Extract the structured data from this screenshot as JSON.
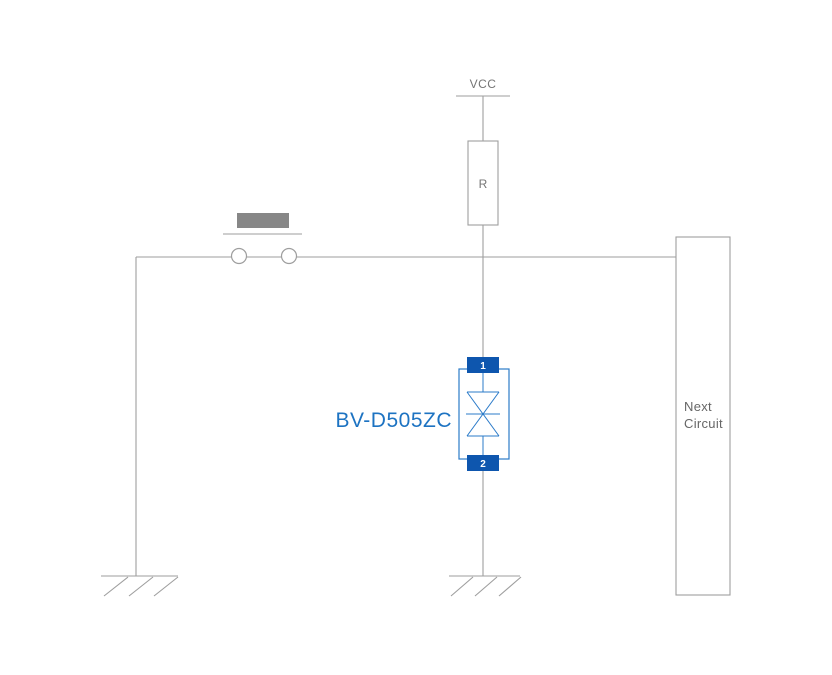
{
  "labels": {
    "vcc": "VCC",
    "resistor": "R",
    "device": "BV-D505ZC",
    "pin_top": "1",
    "pin_bottom": "2",
    "next_circuit_line1": "Next",
    "next_circuit_line2": "Circuit"
  },
  "colors": {
    "background": "#ffffff",
    "wire_gray": "#9e9e9e",
    "text_gray": "#757575",
    "next_circuit_text": "#666666",
    "button_cap_gray": "#878787",
    "device_outline_blue": "#2b7bc9",
    "pin_fill_blue": "#0e56ae",
    "device_label_blue": "#1d73c2",
    "pin_text_white": "#ffffff"
  }
}
